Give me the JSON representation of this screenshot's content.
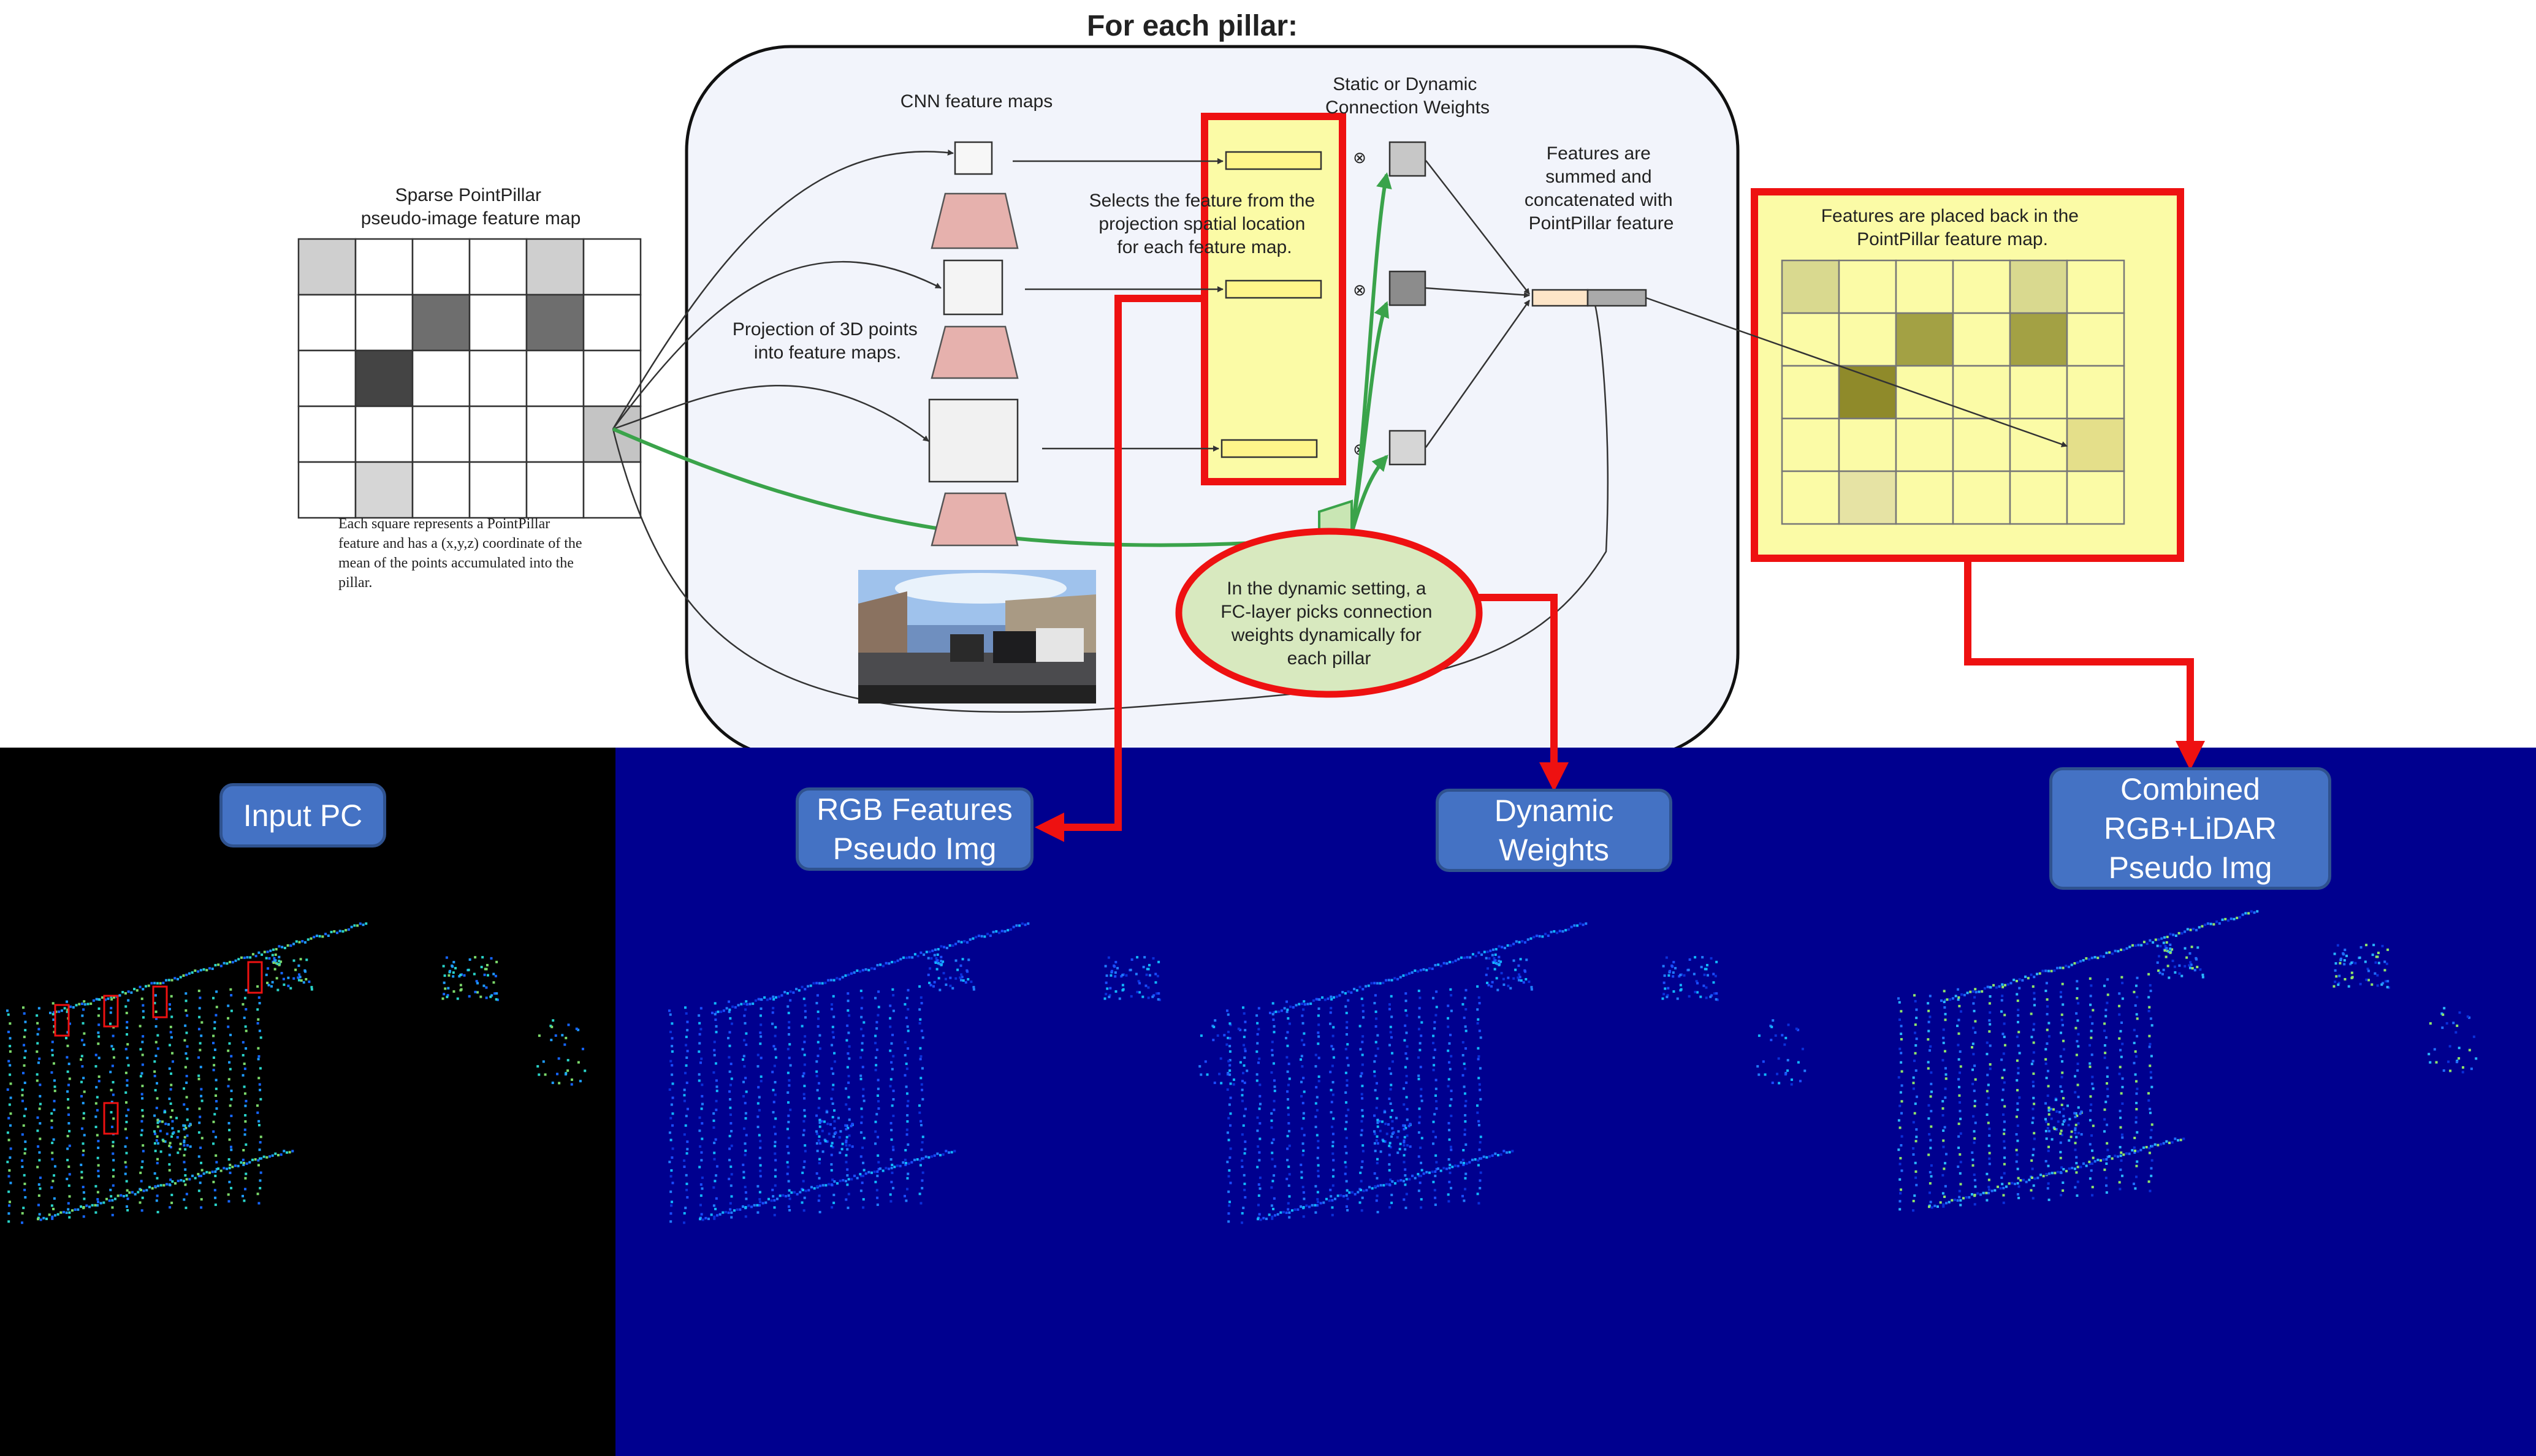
{
  "title": "For each pillar:",
  "sparse_map": {
    "heading": "Sparse PointPillar\npseudo-image feature map",
    "caption": "Each square represents a PointPillar\nfeature and has a (x,y,z) coordinate of the\nmean of the points accumulated into the\npillar."
  },
  "cnn_feature_maps_label": "CNN feature maps",
  "projection_label": "Projection of 3D points\ninto feature maps.",
  "selects_label": "Selects the feature from the\nprojection spatial location\nfor each feature map.",
  "weights_label": "Static or Dynamic\nConnection Weights",
  "features_summed_label": "Features are\nsummed and\nconcatenated with\nPointPillar feature",
  "placed_back_label": "Features are placed back in the\nPointPillar feature map.",
  "dynamic_note": "In the dynamic setting, a\nFC-layer picks connection\nweights dynamically for\neach pillar",
  "multiply_symbol": "⊗",
  "bottom_labels": {
    "input_pc": "Input PC",
    "rgb_features": "RGB Features\nPseudo Img",
    "dynamic_weights": "Dynamic\nWeights",
    "combined": "Combined\nRGB+LiDAR\nPseudo Img"
  },
  "colors": {
    "highlight_red": "#ee1111",
    "yellow_fill": "#fbfba6",
    "green_arrow": "#3aa34a",
    "label_blue": "#4472c4",
    "bg_navy": "#00008f",
    "ellipse_green": "#d8e9bf"
  }
}
